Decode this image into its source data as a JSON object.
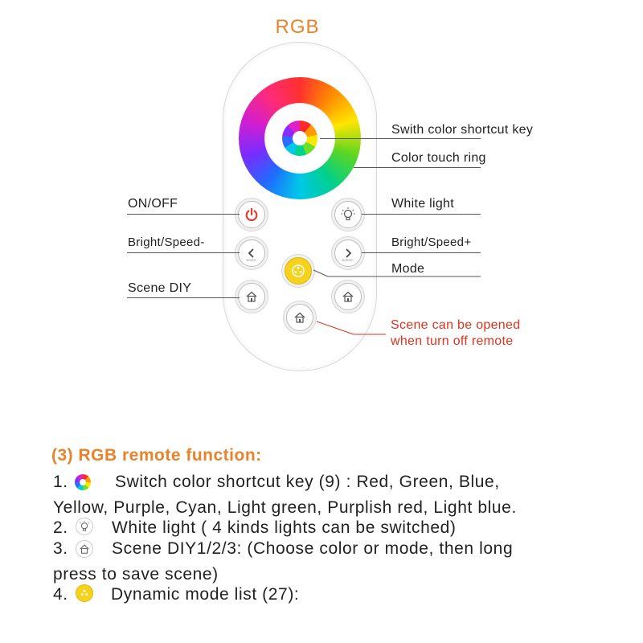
{
  "title": "RGB",
  "labels": {
    "shortcut_key": "Swith color shortcut key",
    "touch_ring": "Color touch ring",
    "on_off": "ON/OFF",
    "white_light": "White light",
    "bright_speed_minus": "Bright/Speed-",
    "bright_speed_plus": "Bright/Speed+",
    "mode": "Mode",
    "scene_diy": "Scene DIY",
    "scene_note_1": "Scene can be opened",
    "scene_note_2": "when turn off remote"
  },
  "button_sublabels": {
    "minus": "B/SPD-",
    "plus": "B/SPD+"
  },
  "function_section": {
    "heading": "(3) RGB remote function:",
    "items": [
      {
        "number": "1.",
        "text": "Switch color   shortcut  key (9) : Red,  Green,  Blue,",
        "text_cont": "Yellow, Purple, Cyan, Light green, Purplish red, Light blue."
      },
      {
        "number": "2.",
        "text": "White light ( 4 kinds lights can be switched)"
      },
      {
        "number": "3.",
        "text": "Scene  DIY1/2/3: (Choose  color  or  mode,  then  long",
        "text_cont": "press to save  scene)"
      },
      {
        "number": "4.",
        "text": "Dynamic mode list (27):"
      }
    ]
  },
  "colors": {
    "accent_orange": "#e8832a",
    "note_red": "#e0321e",
    "power_red": "#e53a2a",
    "mode_yellow": "#f7d21c"
  },
  "icons": [
    "color-wheel-icon",
    "power-icon",
    "bulb-icon",
    "chevron-left-icon",
    "chevron-right-icon",
    "mode-icon",
    "home-icon"
  ]
}
